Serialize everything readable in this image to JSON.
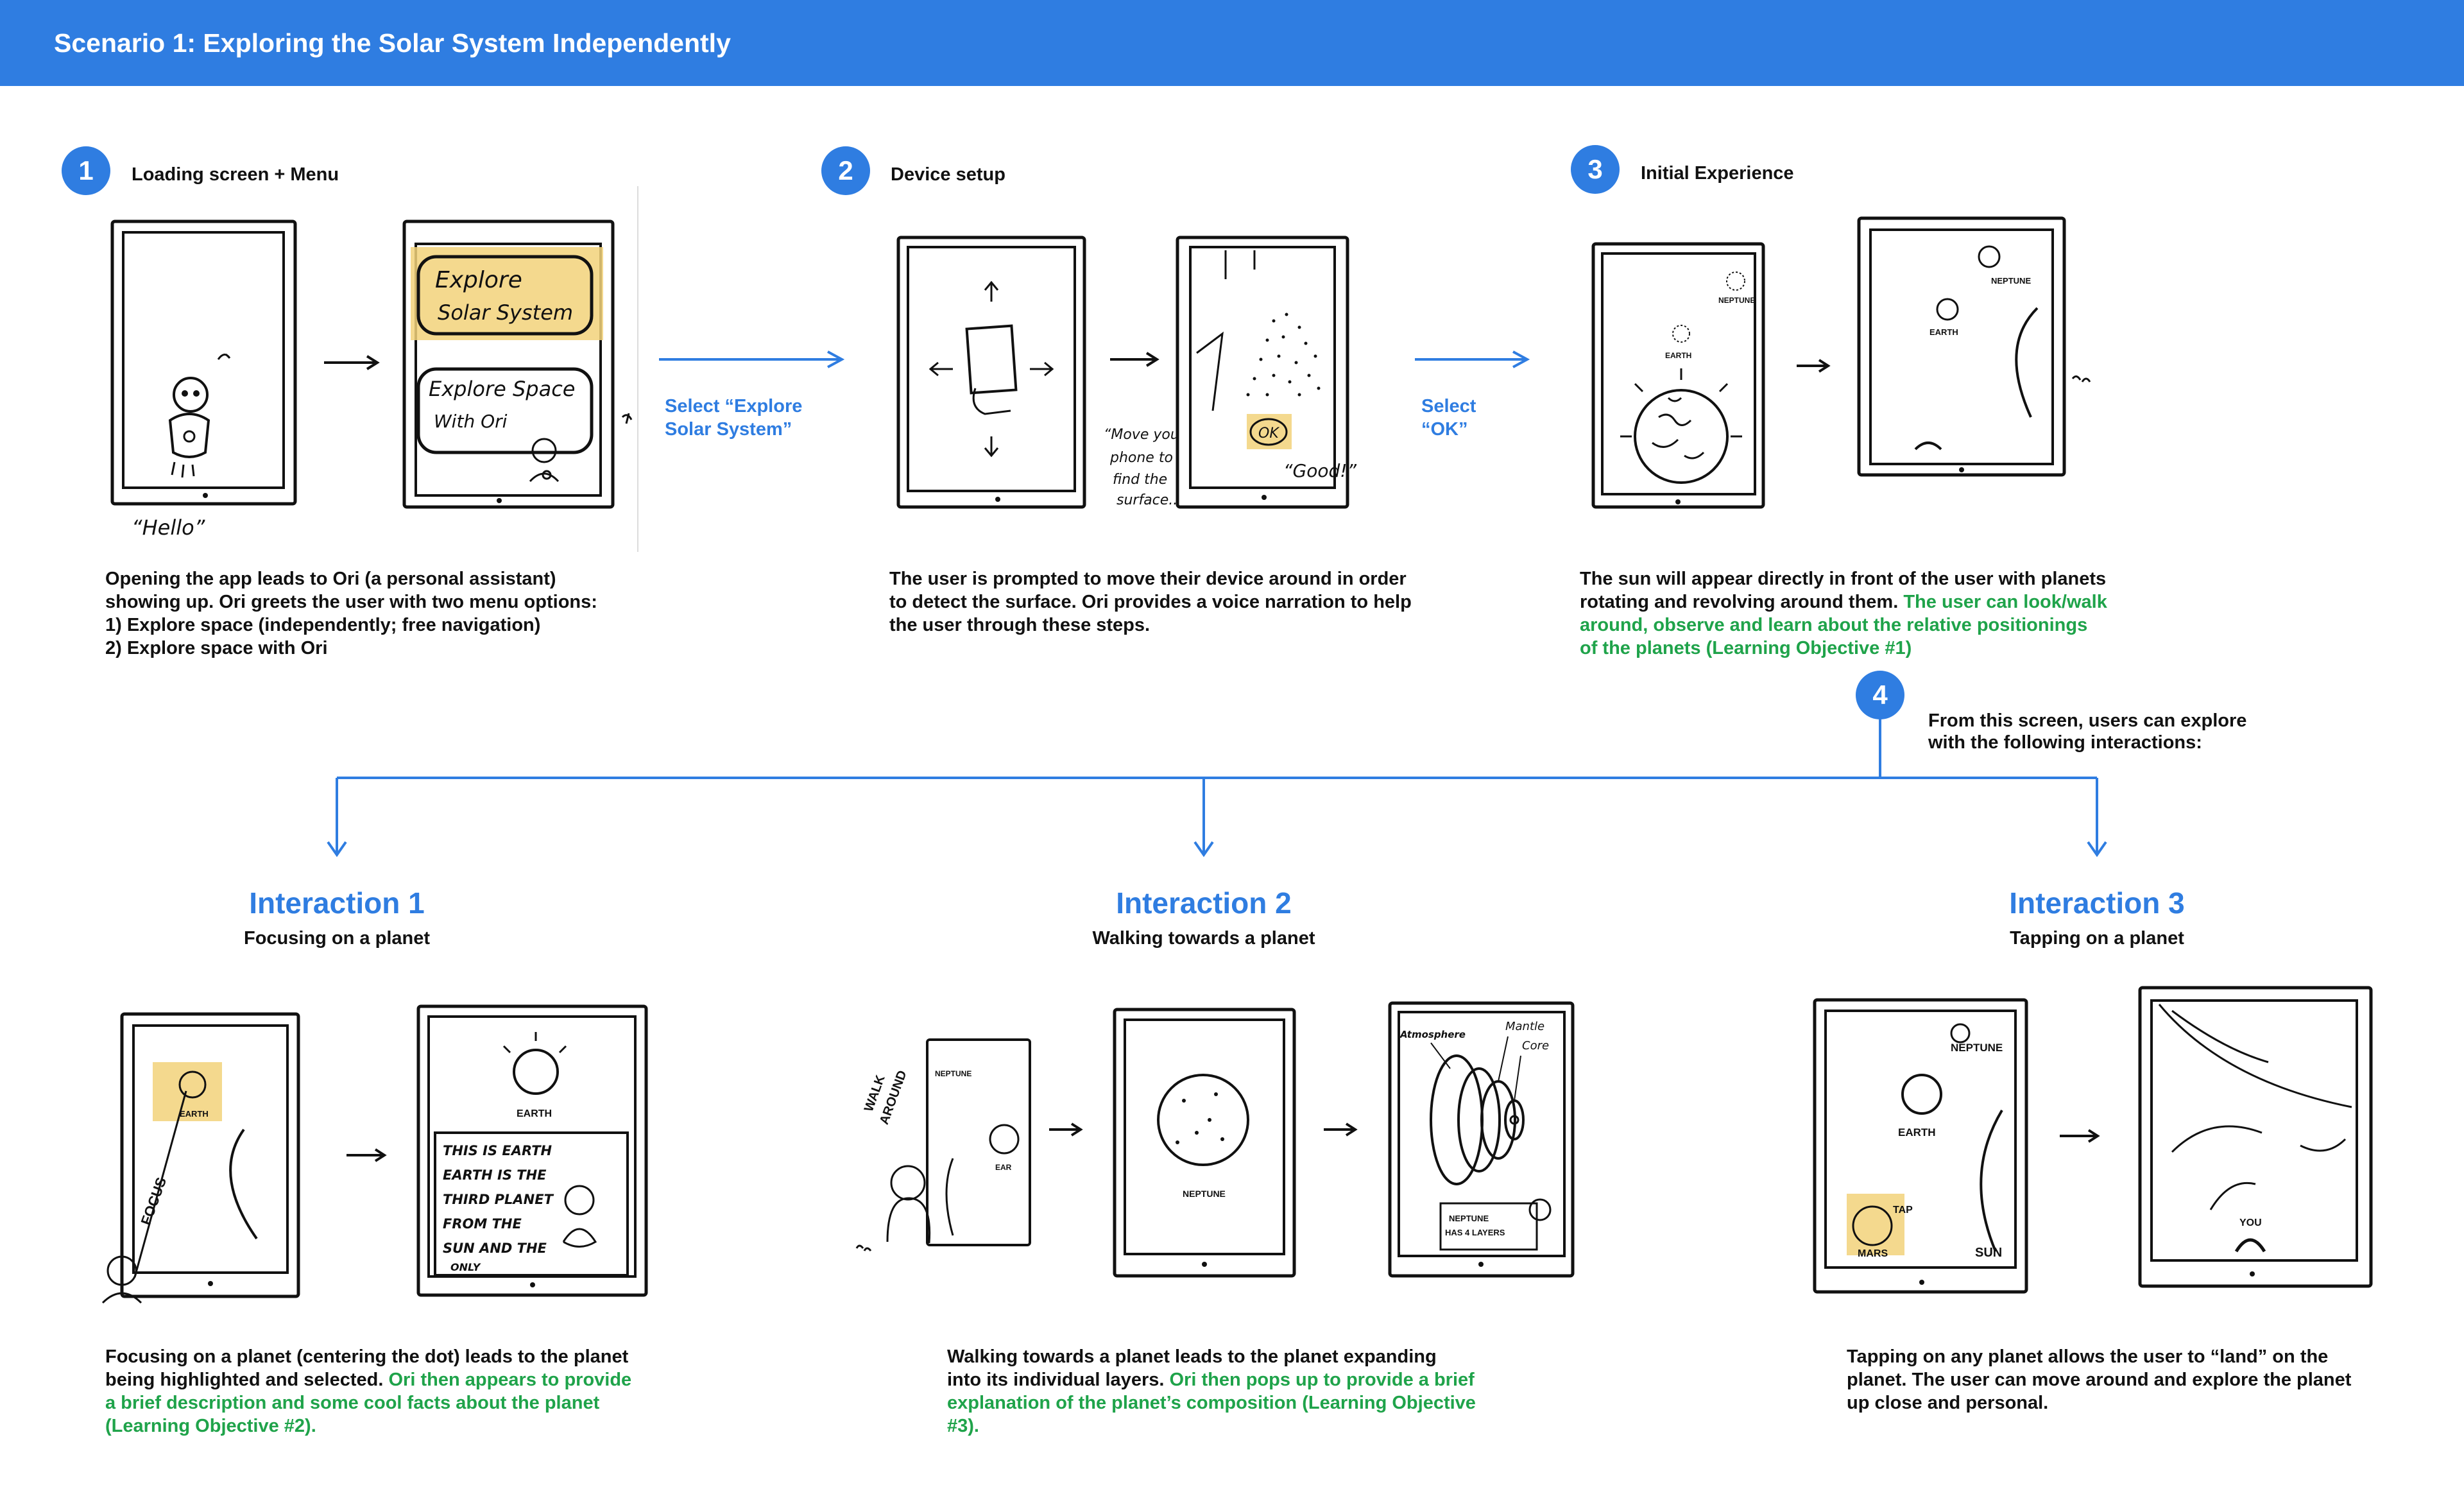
{
  "header": {
    "title": "Scenario 1: Exploring the Solar System Independently"
  },
  "steps": [
    {
      "number": "1",
      "label": "Loading screen + Menu"
    },
    {
      "number": "2",
      "label": "Device setup"
    },
    {
      "number": "3",
      "label": "Initial Experience"
    },
    {
      "number": "4",
      "label": "From this screen, users can explore with the following interactions:"
    }
  ],
  "transitions": {
    "select_explore": {
      "line1": "Select “Explore",
      "line2": "Solar System”"
    },
    "select_ok": {
      "line1": "Select",
      "line2": "“OK”"
    }
  },
  "descriptions": {
    "step1": {
      "l1": "Opening the app leads to Ori (a personal assistant)",
      "l2": "showing up. Ori greets the user with two menu options:",
      "l3": "1) Explore space (independently; free navigation)",
      "l4": "2) Explore space with Ori"
    },
    "step2": {
      "l1": "The user is prompted to move their device around in order",
      "l2": "to detect the surface. Ori provides a voice narration to help",
      "l3": "the user through these steps."
    },
    "step3": {
      "l1a": "The sun will appear directly in front of the user with planets",
      "l2a": "rotating and revolving around them. ",
      "l2b": "The user can look/walk",
      "l3": "around, observe and learn about the relative positionings",
      "l4": "of the planets (Learning Objective #1)"
    },
    "step4": {
      "l1": "From this screen, users can explore",
      "l2": "with the following interactions:"
    }
  },
  "interactions": [
    {
      "title": "Interaction 1",
      "subtitle": "Focusing on a planet",
      "l1": "Focusing on a planet (centering the dot) leads to the planet",
      "l2a": "being highlighted and selected. ",
      "l2b": "Ori then appears to provide",
      "l3": "a brief description and some cool facts about the planet",
      "l4": "(Learning Objective #2)."
    },
    {
      "title": "Interaction 2",
      "subtitle": "Walking towards a planet",
      "l1": "Walking towards a planet leads to the planet expanding",
      "l2a": "into its individual layers. ",
      "l2b": "Ori then pops up to provide a brief",
      "l3": "explanation of the planet’s composition (Learning Objective",
      "l4": "#3)."
    },
    {
      "title": "Interaction 3",
      "subtitle": "Tapping on a planet",
      "l1": "Tapping on any planet allows the user to “land” on the",
      "l2": "planet. The user can move around and explore the planet",
      "l3": "up close and personal."
    }
  ],
  "sketch_text": {
    "hello": "“Hello”",
    "menu_explore_1": "Explore",
    "menu_explore_2": "Solar System",
    "menu_ori_1": "Explore Space",
    "menu_ori_2": "With Ori",
    "move_1": "“Move your",
    "move_2": "phone to",
    "move_3": "find the",
    "move_4": "surface..”",
    "ok": "OK",
    "good": "“Good!”",
    "neptune": "NEPTUNE",
    "earth": "EARTH",
    "focus": "FOCUS",
    "earth_fact_1": "THIS IS EARTH",
    "earth_fact_2": "EARTH IS THE",
    "earth_fact_3": "THIRD PLANET",
    "earth_fact_4": "FROM THE",
    "earth_fact_5": "SUN AND THE",
    "earth_fact_6": "ONLY",
    "walk": "WALK",
    "around": "AROUND",
    "ear": "EAR",
    "atmosphere": "Atmosphere",
    "mantle": "Mantle",
    "core": "Core",
    "layers_1": "NEPTUNE",
    "layers_2": "HAS 4 LAYERS",
    "mars": "MARS",
    "sun": "SUN",
    "you": "YOU",
    "tap": "TAP"
  },
  "colors": {
    "accent": "#2f7de1",
    "green": "#1fa34a",
    "highlight": "#f2d27a"
  }
}
